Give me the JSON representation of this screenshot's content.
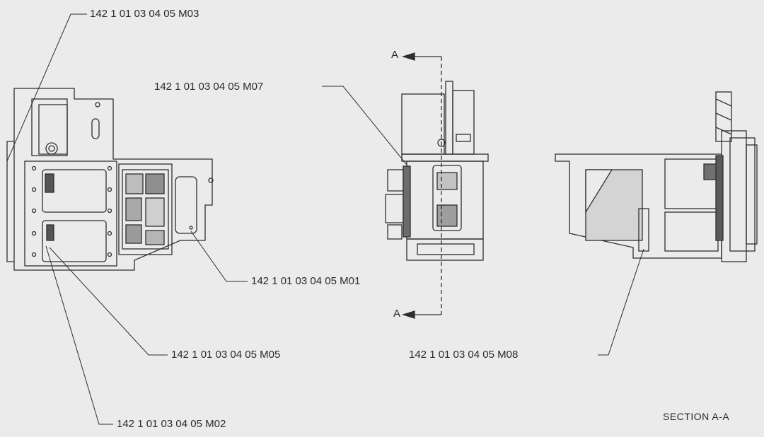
{
  "callouts": {
    "m03": "142 1 01 03 04 05 M03",
    "m07": "142 1 01 03 04 05 M07",
    "m01": "142 1 01 03 04 05 M01",
    "m05": "142 1 01 03 04 05 M05",
    "m08": "142 1 01 03 04 05 M08",
    "m02": "142 1 01 03 04 05 M02"
  },
  "section_marks": {
    "top": "A",
    "bottom": "A"
  },
  "section_title": "SECTION A-A",
  "colors": {
    "background": "#ebebeb",
    "line": "#2e2e2e"
  }
}
